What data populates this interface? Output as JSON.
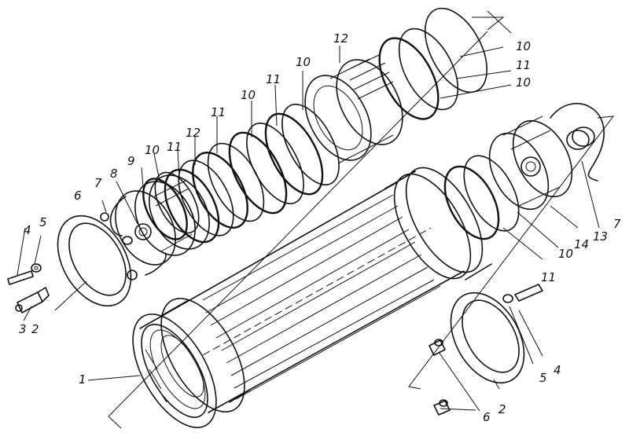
{
  "diagram": {
    "labels": {
      "l1": "1",
      "l2a": "2",
      "l2b": "2",
      "l3": "3",
      "l4a": "4",
      "l4b": "4",
      "l5a": "5",
      "l5b": "5",
      "l6a": "6",
      "l6b": "6",
      "l7a": "7",
      "l7b": "7",
      "l8": "8",
      "l9": "9",
      "l10a": "10",
      "l10b": "10",
      "l10c": "10",
      "l10d": "10",
      "l10e": "10",
      "l10f": "10",
      "l11a": "11",
      "l11b": "11",
      "l11c": "11",
      "l11d": "11",
      "l12a": "12",
      "l12b": "12",
      "l13": "13",
      "l14": "14"
    }
  }
}
